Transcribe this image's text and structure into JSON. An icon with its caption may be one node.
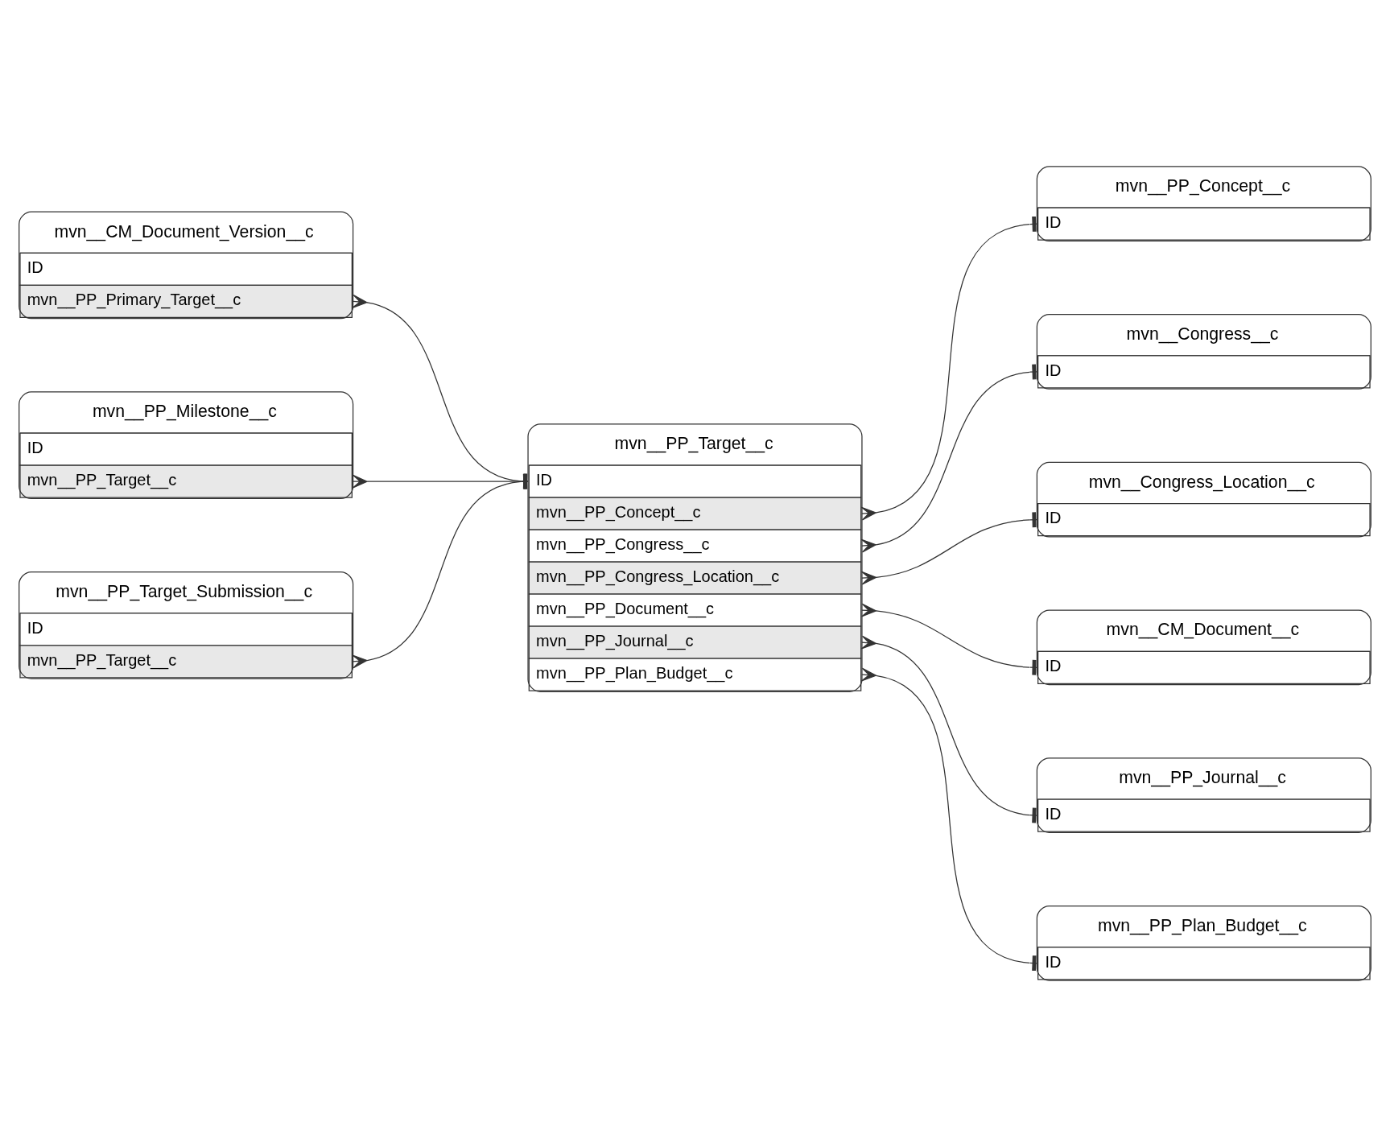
{
  "diagram": {
    "nodes": [
      {
        "text": [
          "mvn__PP_Target__c",
          "ID",
          "mvn__PP_Concept__c",
          "mvn__PP_Congress__c",
          "mvn__PP_Congress_Location__c",
          "mvn__PP_Document__c",
          "mvn__PP_Journal__c",
          "mvn__PP_Plan_Budget__c"
        ]
      },
      {
        "text": [
          "mvn__CM_Document_Version__c",
          "ID",
          "mvn__PP_Primary_Target__c"
        ]
      },
      {
        "text": [
          "mvn__PP_Milestone__c",
          "ID",
          "mvn__PP_Target__c"
        ]
      },
      {
        "text": [
          "mvn__PP_Target_Submission__c",
          "ID",
          "mvn__PP_Target__c"
        ]
      },
      {
        "text": [
          "mvn__PP_Concept__c",
          "ID"
        ]
      },
      {
        "text": [
          "mvn__Congress__c",
          "ID"
        ]
      },
      {
        "text": [
          "mvn__Congress_Location__c",
          "ID"
        ]
      },
      {
        "text": [
          "mvn__CM_Document__c",
          "ID"
        ]
      },
      {
        "text": [
          "mvn__PP_Journal__c",
          "ID"
        ]
      },
      {
        "text": [
          "mvn__PP_Plan_Budget__c",
          "ID"
        ]
      }
    ],
    "edges": [
      {
        "from": 0,
        "to": 4,
        "arrow": "other"
      },
      {
        "from": 0,
        "to": 5,
        "arrow": "other"
      },
      {
        "from": 0,
        "to": 6,
        "arrow": "other"
      },
      {
        "from": 0,
        "to": 7,
        "arrow": "other"
      },
      {
        "from": 0,
        "to": 8,
        "arrow": "other"
      },
      {
        "from": 0,
        "to": 9,
        "arrow": "other"
      },
      {
        "from": 1,
        "to": 0,
        "arrow": "other"
      },
      {
        "from": 2,
        "to": 0,
        "arrow": "other"
      },
      {
        "from": 3,
        "to": 0,
        "arrow": "other"
      }
    ]
  }
}
